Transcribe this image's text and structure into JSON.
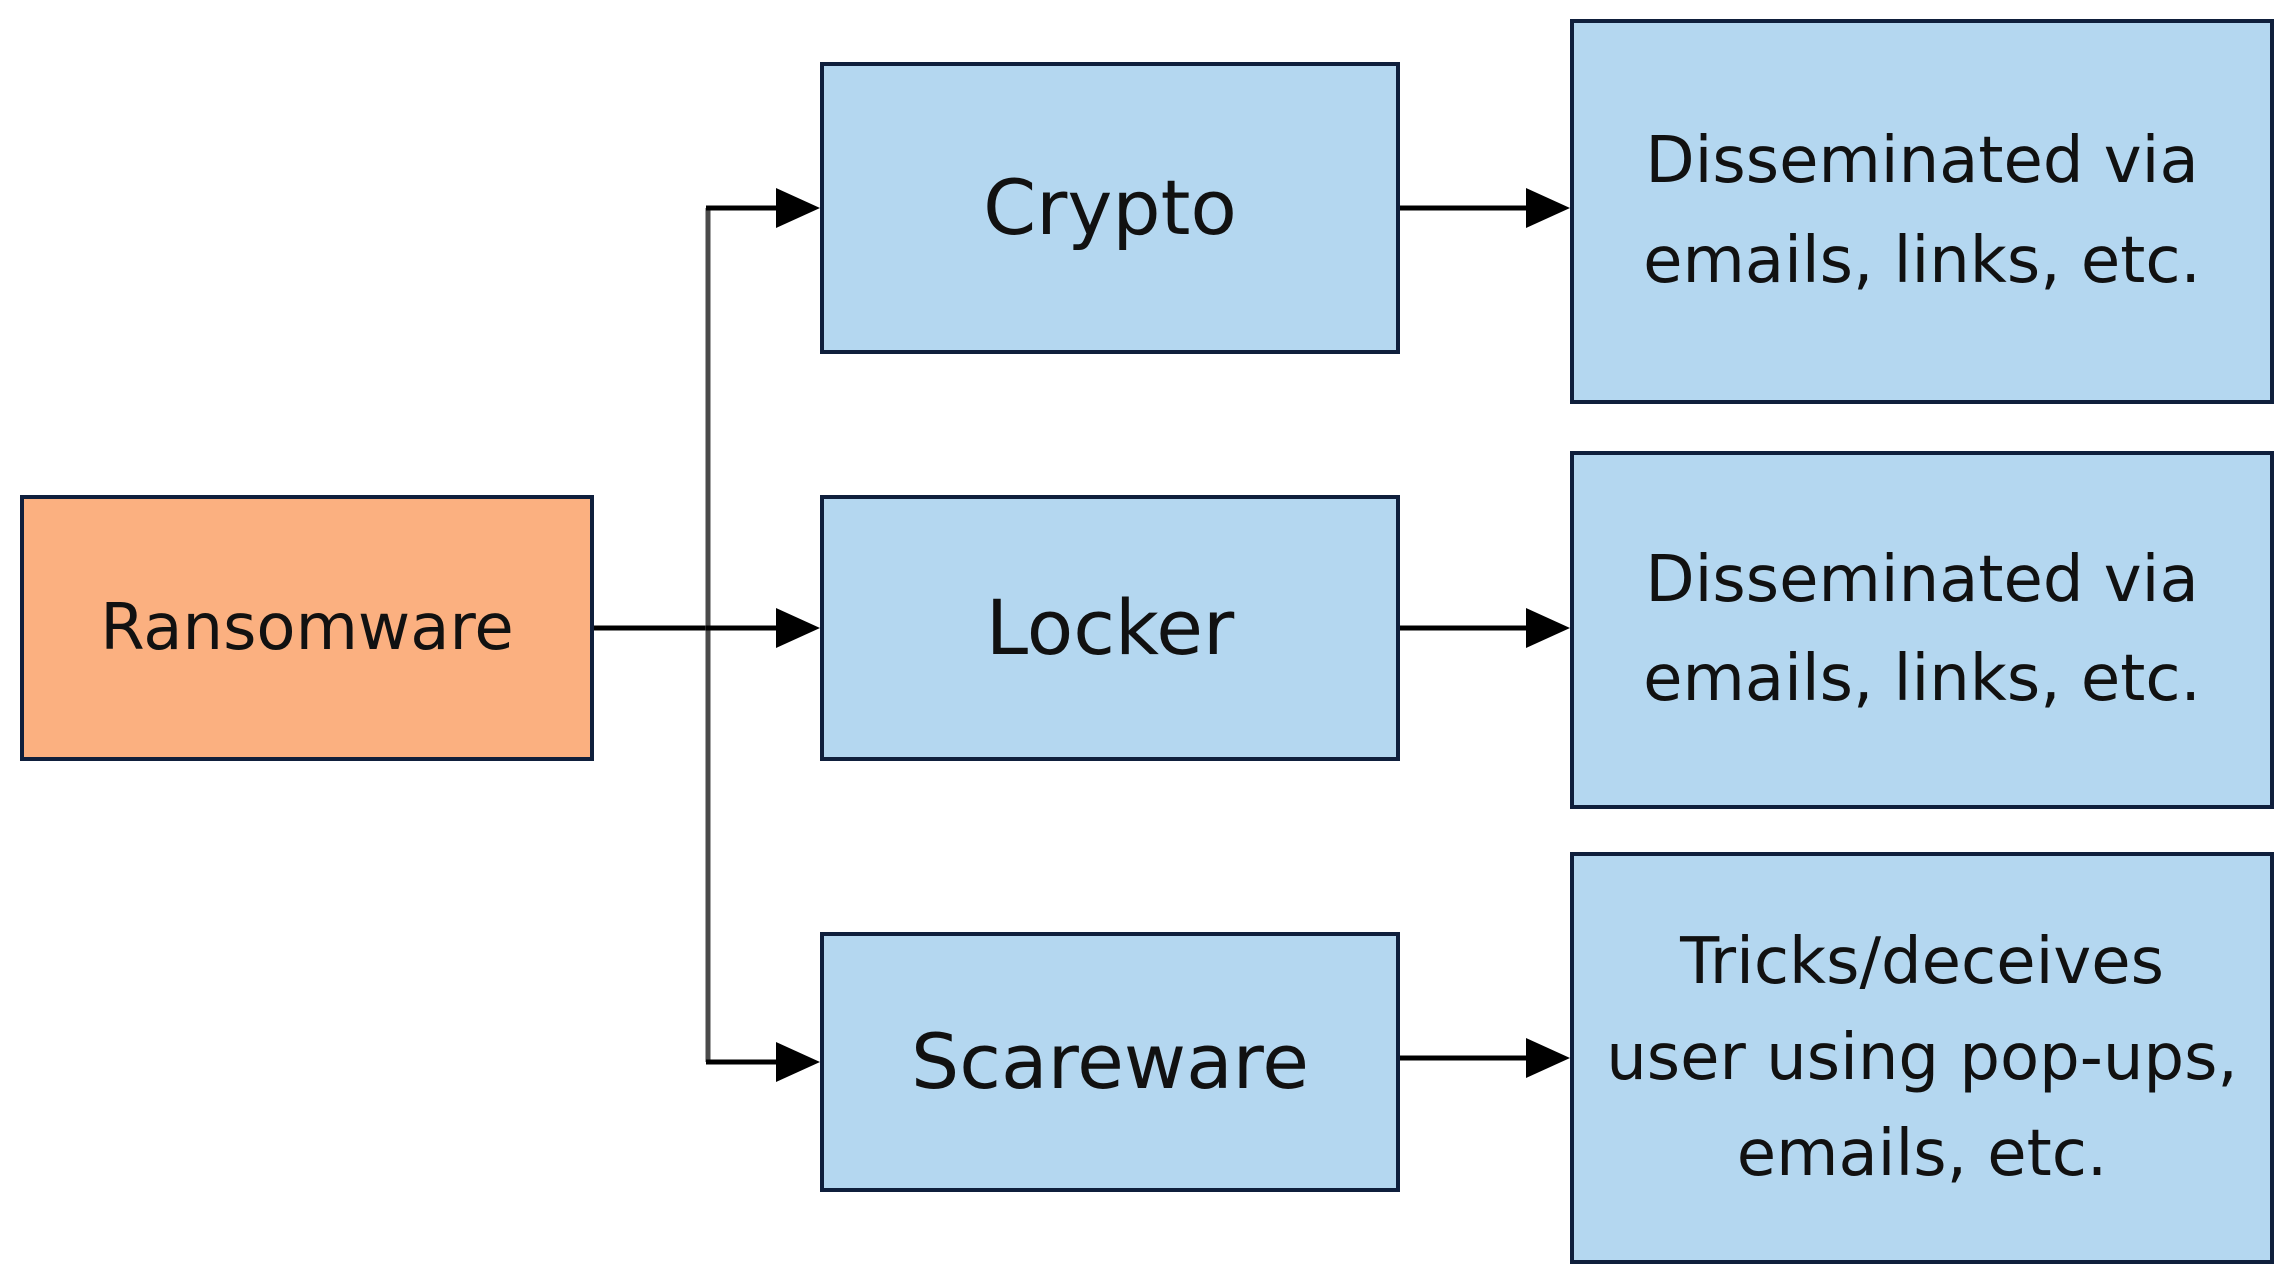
{
  "colors": {
    "root_fill": "#fbb080",
    "box_fill": "#b4d7f0",
    "border": "#0f1f3c",
    "connector": "#000000"
  },
  "root": {
    "label": "Ransomware"
  },
  "types": [
    {
      "label": "Crypto"
    },
    {
      "label": "Locker"
    },
    {
      "label": "Scareware"
    }
  ],
  "descriptions": [
    {
      "label": "Disseminated via emails, links, etc."
    },
    {
      "label": "Disseminated via emails, links, etc."
    },
    {
      "label": "Tricks/deceives user using pop-ups, emails, etc."
    }
  ]
}
